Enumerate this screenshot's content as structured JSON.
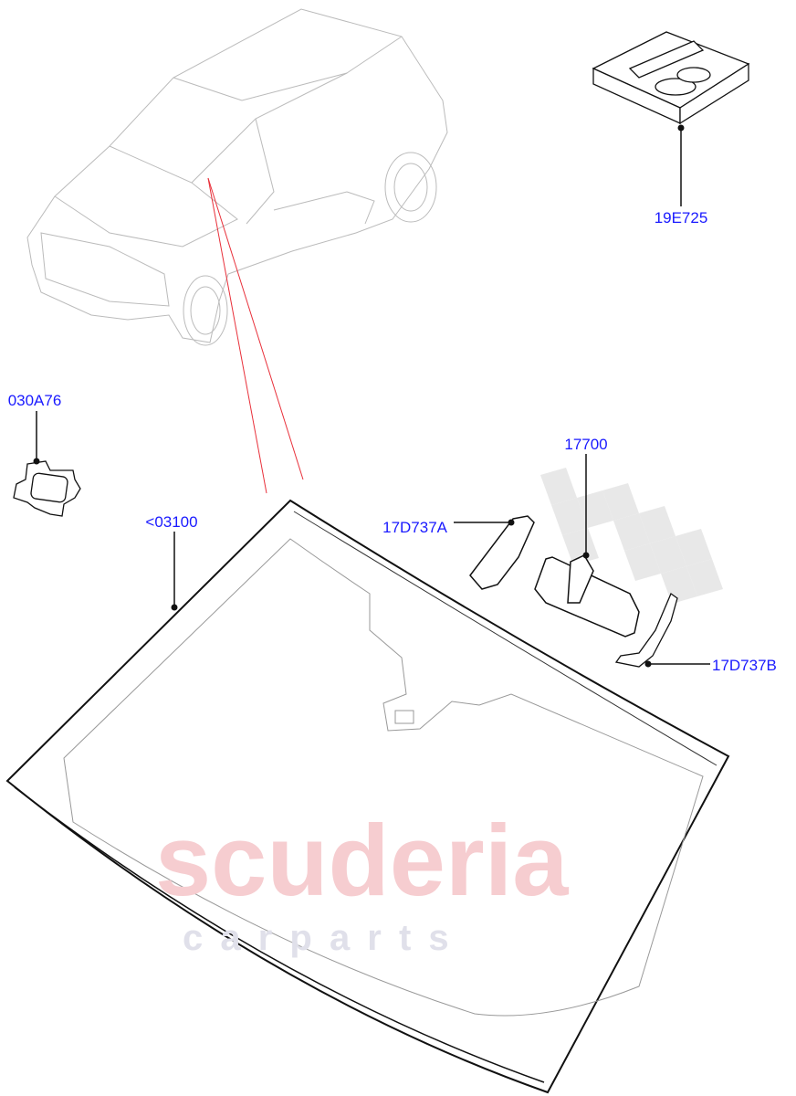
{
  "watermark": {
    "brand": "scuderia",
    "sub": "c a r   p a r t s",
    "color": "#f4c4c6"
  },
  "label_color": "#1a1aff",
  "callouts": [
    {
      "id": "19E725",
      "label": "19E725"
    },
    {
      "id": "030A76",
      "label": "030A76"
    },
    {
      "id": "<03100",
      "label": "<03100"
    },
    {
      "id": "17700",
      "label": "17700"
    },
    {
      "id": "17D737A",
      "label": "17D737A"
    },
    {
      "id": "17D737B",
      "label": "17D737B"
    }
  ]
}
